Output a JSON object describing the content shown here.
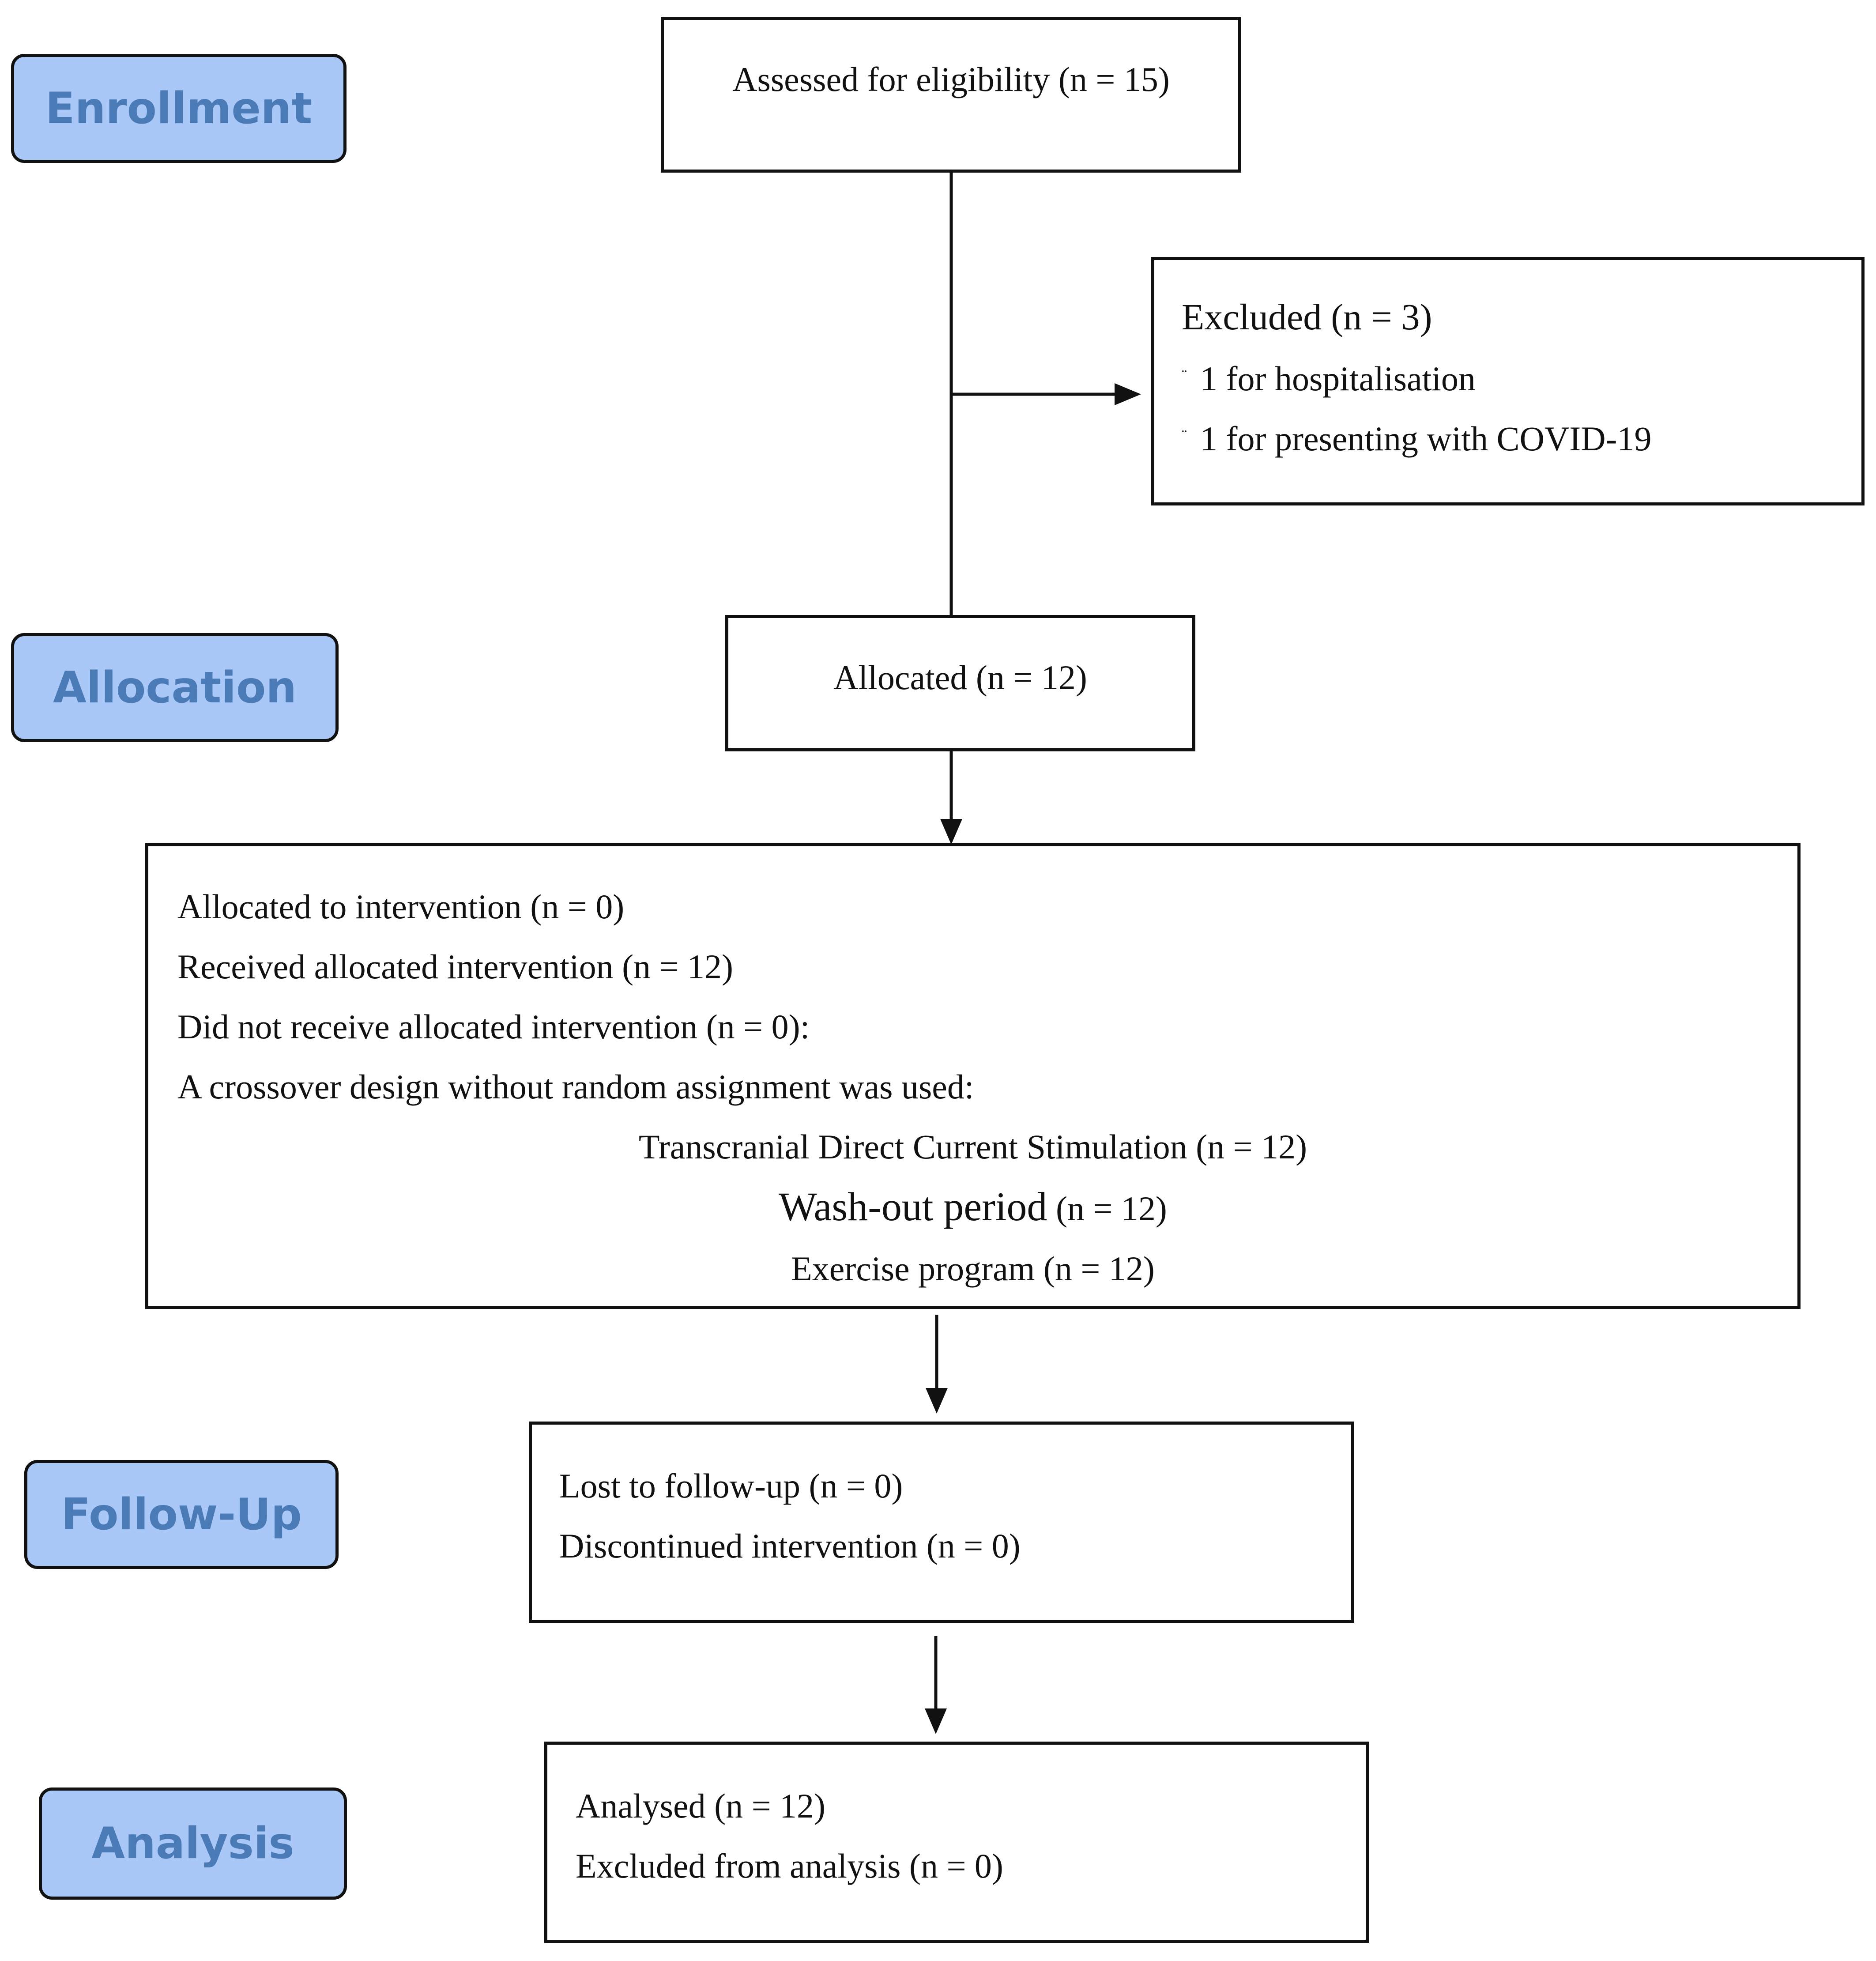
{
  "stages": {
    "enrollment": "Enrollment",
    "allocation": "Allocation",
    "follow_up": "Follow-Up",
    "analysis": "Analysis"
  },
  "boxes": {
    "assessed": "Assessed for eligibility (n = 15)",
    "excluded": {
      "title": "Excluded (n = 3)",
      "bullet_glyph": "¨",
      "items": [
        "1 for hospitalisation",
        "1 for presenting with COVID-19"
      ]
    },
    "allocated": "Allocated (n = 12)",
    "intervention": {
      "lines": [
        "Allocated to intervention (n = 0)",
        "Received allocated intervention (n = 12)",
        "Did not receive allocated intervention (n = 0):",
        "A crossover design without random assignment was used:"
      ],
      "centered_lines": [
        "Transcranial Direct Current Stimulation (n = 12)",
        "Exercise program (n = 12)"
      ],
      "washout_label": "Wash-out period",
      "washout_count": "(n = 12)"
    },
    "follow_up": {
      "lines": [
        "Lost to follow-up (n = 0)",
        "Discontinued intervention (n = 0)"
      ]
    },
    "analysis": {
      "lines": [
        "Analysed (n = 12)",
        "Excluded from analysis (n = 0)"
      ]
    }
  },
  "colors": {
    "stage_fill": "#a9c8f7",
    "stage_text": "#4a7bb7",
    "border": "#111111"
  }
}
